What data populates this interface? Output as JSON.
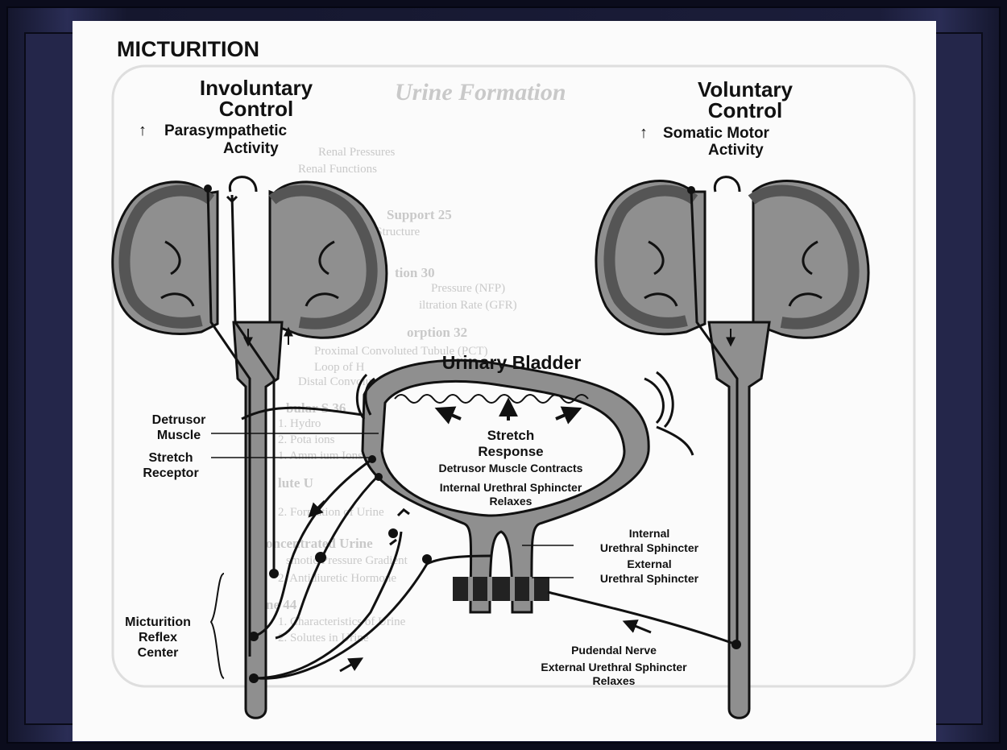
{
  "diagram": {
    "title": "MICTURITION",
    "involuntary": {
      "heading_line1": "Involuntary",
      "heading_line2": "Control",
      "arrow": "↑",
      "activity_line1": "Parasympathetic",
      "activity_line2": "Activity"
    },
    "voluntary": {
      "heading_line1": "Voluntary",
      "heading_line2": "Control",
      "arrow": "↑",
      "activity_line1": "Somatic Motor",
      "activity_line2": "Activity"
    },
    "bladder_title": "Urinary Bladder",
    "stretch_response_line1": "Stretch",
    "stretch_response_line2": "Response",
    "detrusor_contracts": "Detrusor Muscle Contracts",
    "internal_relaxes_line1": "Internal Urethral Sphincter",
    "internal_relaxes_line2": "Relaxes",
    "detrusor_muscle_line1": "Detrusor",
    "detrusor_muscle_line2": "Muscle",
    "stretch_receptor_line1": "Stretch",
    "stretch_receptor_line2": "Receptor",
    "internal_sphincter_line1": "Internal",
    "internal_sphincter_line2": "Urethral Sphincter",
    "external_sphincter_line1": "External",
    "external_sphincter_line2": "Urethral Sphincter",
    "reflex_center_line1": "Micturition",
    "reflex_center_line2": "Reflex",
    "reflex_center_line3": "Center",
    "pudendal_nerve": "Pudendal Nerve",
    "external_relaxes_line1": "External Urethral Sphincter",
    "external_relaxes_line2": "Relaxes"
  },
  "background_text": {
    "heading": "Urine Formation",
    "lines": [
      "Renal Pressures",
      "Renal Functions",
      "Support  25",
      "Nephron Structure",
      "tion  30",
      "Pressure (NFP)",
      "iltration Rate (GFR)",
      "orption  32",
      "Proximal Convoluted Tubule (PCT)",
      "Loop of H",
      "Distal Convoluted Tubule and Collecting Duct",
      "bular S  36",
      "1. Hydro",
      "2. Pota  ions",
      "1. Amm  ium Ions",
      "lute U",
      "2. Formation of Urine",
      "oncentrated Urine",
      "smotic Pressure Gradient",
      "2. Antidiuretic Hormone",
      "ne  44",
      "1. Characteristics of Urine",
      "2. Solutes in Urine"
    ]
  },
  "colors": {
    "tissue": "#8f8f8f",
    "cortex": "#5a5a5a",
    "ink": "#111111",
    "panel": "#fbfbfb",
    "frame": "#1b1d3a"
  }
}
